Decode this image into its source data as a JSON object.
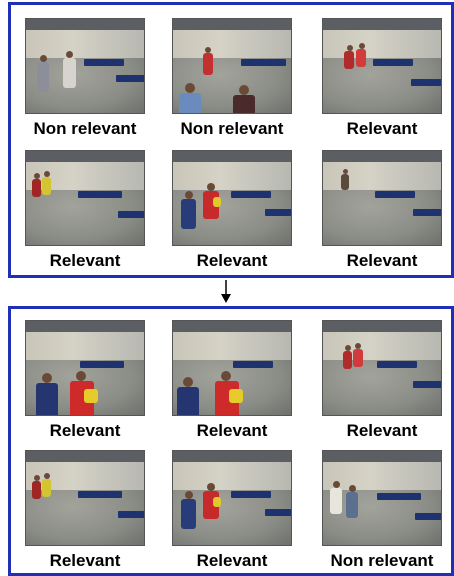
{
  "top_panel": {
    "items": [
      {
        "label": "Non relevant"
      },
      {
        "label": "Non relevant"
      },
      {
        "label": "Relevant"
      },
      {
        "label": "Relevant"
      },
      {
        "label": "Relevant"
      },
      {
        "label": "Relevant"
      }
    ]
  },
  "bottom_panel": {
    "items": [
      {
        "label": "Relevant"
      },
      {
        "label": "Relevant"
      },
      {
        "label": "Relevant"
      },
      {
        "label": "Relevant"
      },
      {
        "label": "Relevant"
      },
      {
        "label": "Non relevant"
      }
    ]
  },
  "colors": {
    "panel_border": "#1f2fb8",
    "label_text": "#000000"
  }
}
